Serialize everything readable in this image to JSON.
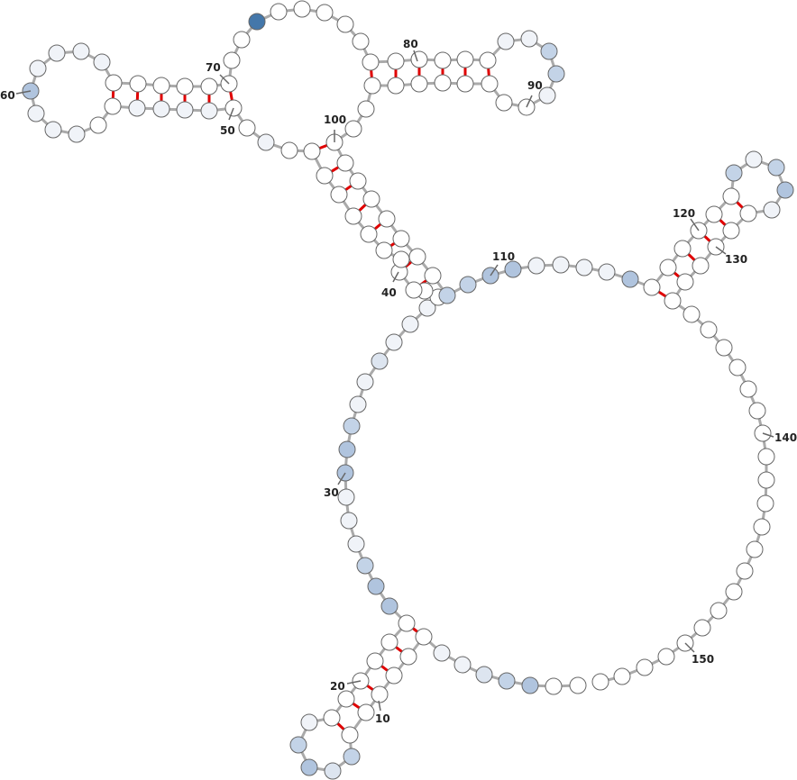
{
  "colors": {
    "backbone": "#aaaaaa",
    "base_pair": "#e00000",
    "outline": "#666666",
    "shade_0": "#ffffff",
    "shade_1": "#f0f3f8",
    "shade_2": "#dde5f0",
    "shade_3": "#c3d3e7",
    "shade_4": "#b0c4de",
    "shade_5": "#4477aa"
  },
  "position_labels": [
    "10",
    "20",
    "30",
    "40",
    "50",
    "60",
    "70",
    "80",
    "90",
    "100",
    "110",
    "120",
    "130",
    "140",
    "150"
  ]
}
